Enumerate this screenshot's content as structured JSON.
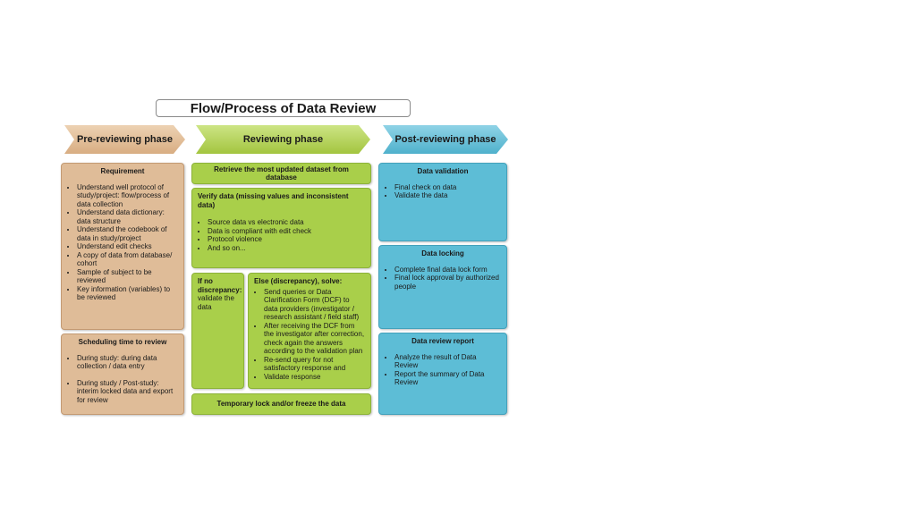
{
  "title": "Flow/Process of Data Review",
  "phases": {
    "pre": "Pre-reviewing phase",
    "rev": "Reviewing phase",
    "post": "Post-reviewing phase"
  },
  "pre": {
    "requirement": {
      "title": "Requirement",
      "items": [
        "Understand well protocol of study/project: flow/process of data collection",
        "Understand data dictionary: data structure",
        "Understand the codebook of data in study/project",
        "Understand edit checks",
        "A copy of data from database/ cohort",
        "Sample of subject to be reviewed",
        "Key information (variables) to be reviewed"
      ]
    },
    "scheduling": {
      "title": "Scheduling time to review",
      "items": [
        "During study: during data collection / data entry",
        "During study / Post-study: interim locked data and export for review"
      ]
    }
  },
  "rev": {
    "retrieve": "Retrieve the most updated dataset from database",
    "verify": {
      "title_bold": "Verify data",
      "title_rest": " (missing values and inconsistent data)",
      "items": [
        "Source data vs electronic data",
        "Data is compliant with edit check",
        "Protocol violence",
        "And so on..."
      ]
    },
    "no_discrepancy": {
      "title": "If no discrepancy:",
      "text": "validate the data"
    },
    "else": {
      "title": "Else (discrepancy), solve:",
      "items": [
        "Send queries or Data Clarification Form (DCF) to data providers (investigator / research assistant / field staff)",
        "After receiving the DCF from the investigator after correction, check again the answers according to the validation plan",
        "Re-send query for not satisfactory response and",
        "Validate response"
      ]
    },
    "lock": "Temporary lock and/or freeze the data"
  },
  "post": {
    "validation": {
      "title": "Data validation",
      "items": [
        "Final check on data",
        "Validate the data"
      ]
    },
    "locking": {
      "title": "Data locking",
      "items": [
        "Complete final data lock form",
        "Final lock approval by authorized people"
      ]
    },
    "report": {
      "title": "Data review report",
      "items": [
        "Analyze the result of Data Review",
        "Report the summary of Data Review"
      ]
    }
  },
  "colors": {
    "pre": "#dfbc98",
    "rev": "#a9cf4a",
    "post": "#5dbdd6"
  }
}
